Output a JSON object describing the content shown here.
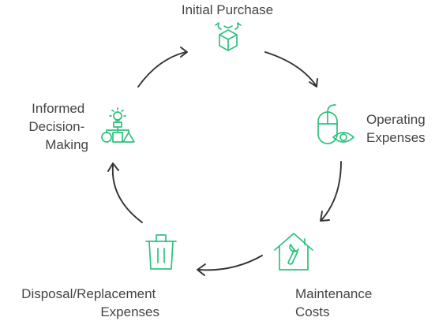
{
  "colors": {
    "accent": "#2ec27e",
    "text": "#444444",
    "arrow": "#333333"
  },
  "stages": [
    {
      "id": "initial-purchase",
      "icon": "shopping-box-icon",
      "label_lines": [
        "Initial Purchase"
      ]
    },
    {
      "id": "operating-expenses",
      "icon": "mouse-eye-icon",
      "label_lines": [
        "Operating",
        "Expenses"
      ]
    },
    {
      "id": "maintenance-costs",
      "icon": "house-wrench-icon",
      "label_lines": [
        "Maintenance",
        "Costs"
      ]
    },
    {
      "id": "disposal-replacement",
      "icon": "trash-can-icon",
      "label_lines": [
        "Disposal/Replacement",
        "Expenses"
      ]
    },
    {
      "id": "informed-decision",
      "icon": "decision-tree-icon",
      "label_lines": [
        "Informed",
        "Decision-",
        "Making"
      ]
    }
  ]
}
